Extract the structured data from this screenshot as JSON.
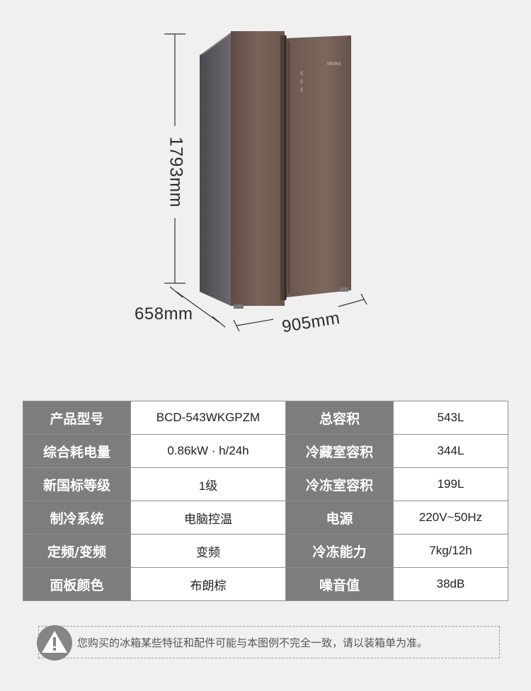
{
  "dimensions": {
    "height": "1793mm",
    "depth": "658mm",
    "width": "905mm"
  },
  "product_visual": {
    "type": "side-by-side refrigerator",
    "door_color": "#6e5a50",
    "brand_mark": "Midea"
  },
  "specs": {
    "rows": [
      {
        "left_key": "产品型号",
        "left_val": "BCD-543WKGPZM",
        "right_key": "总容积",
        "right_val": "543L"
      },
      {
        "left_key": "综合耗电量",
        "left_val": "0.86kW · h/24h",
        "right_key": "冷藏室容积",
        "right_val": "344L"
      },
      {
        "left_key": "新国标等级",
        "left_val": "1级",
        "right_key": "冷冻室容积",
        "right_val": "199L"
      },
      {
        "left_key": "制冷系统",
        "left_val": "电脑控温",
        "right_key": "电源",
        "right_val": "220V~50Hz"
      },
      {
        "left_key": "定频/变频",
        "left_val": "变频",
        "right_key": "冷冻能力",
        "right_val": "7kg/12h"
      },
      {
        "left_key": "面板颜色",
        "left_val": "布朗棕",
        "right_key": "噪音值",
        "right_val": "38dB"
      }
    ]
  },
  "notice": {
    "icon": "warning-triangle-icon",
    "text": "您购买的冰箱某些特征和配件可能与本图例不完全一致，请以装箱单为准。"
  }
}
